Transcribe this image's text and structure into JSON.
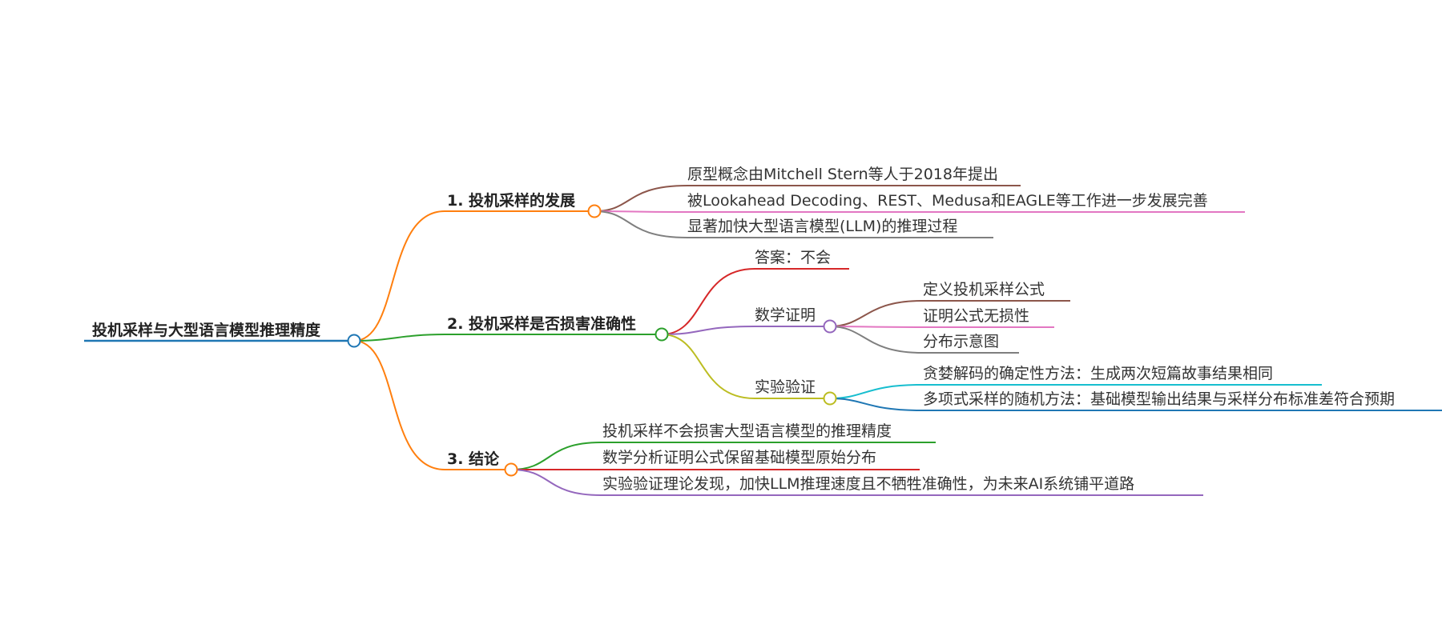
{
  "colors": {
    "root_line": "#1f77b4",
    "branch1": "#ff7f0e",
    "branch2": "#2ca02c",
    "branch3": "#ff7f0e",
    "b1_c1": "#8c564b",
    "b1_c2": "#e377c2",
    "b1_c3": "#7f7f7f",
    "b2_c1": "#d62728",
    "b2_c2": "#9467bd",
    "b2_c3": "#bcbd22",
    "b2_c2_g1": "#8c564b",
    "b2_c2_g2": "#e377c2",
    "b2_c2_g3": "#7f7f7f",
    "b2_c3_g1": "#17becf",
    "b2_c3_g2": "#1f77b4",
    "b3_c1": "#2ca02c",
    "b3_c2": "#d62728",
    "b3_c3": "#9467bd"
  },
  "mindmap": {
    "root": "投机采样与大型语言模型推理精度",
    "branches": [
      {
        "label": "1. 投机采样的发展",
        "children": [
          "原型概念由Mitchell Stern等人于2018年提出",
          "被Lookahead Decoding、REST、Medusa和EAGLE等工作进一步发展完善",
          "显著加快大型语言模型(LLM)的推理过程"
        ]
      },
      {
        "label": "2. 投机采样是否损害准确性",
        "children": [
          "答案：不会",
          "数学证明",
          "实验验证"
        ],
        "grandchildren": {
          "math": [
            "定义投机采样公式",
            "证明公式无损性",
            "分布示意图"
          ],
          "exp": [
            "贪婪解码的确定性方法：生成两次短篇故事结果相同",
            "多项式采样的随机方法：基础模型输出结果与采样分布标准差符合预期"
          ]
        }
      },
      {
        "label": "3. 结论",
        "children": [
          "投机采样不会损害大型语言模型的推理精度",
          "数学分析证明公式保留基础模型原始分布",
          "实验验证理论发现，加快LLM推理速度且不牺牲准确性，为未来AI系统铺平道路"
        ]
      }
    ]
  }
}
